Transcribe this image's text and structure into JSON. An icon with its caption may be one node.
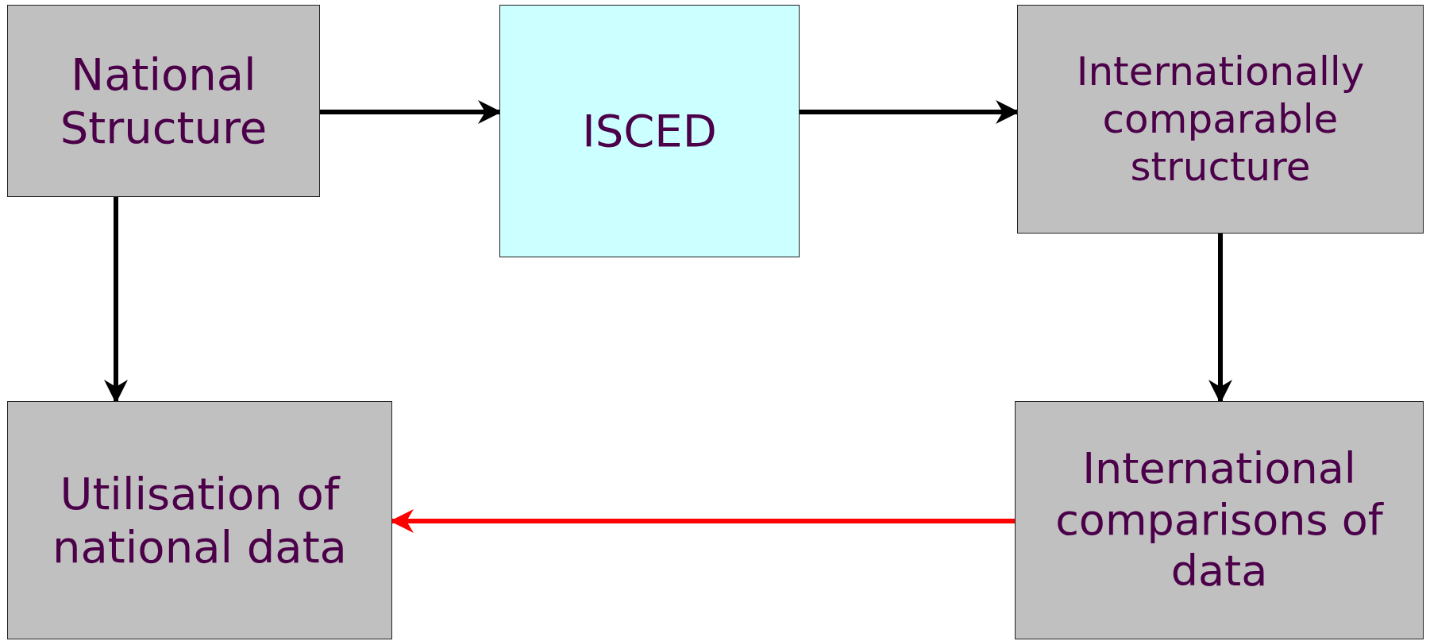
{
  "diagram": {
    "nodes": [
      {
        "text": [
          "National Structure"
        ]
      },
      {
        "text": [
          "ISCED"
        ]
      },
      {
        "text": [
          "Internationally comparable structure"
        ]
      },
      {
        "text": [
          "Utilisation of national data"
        ]
      },
      {
        "text": [
          "International comparisons of data"
        ]
      }
    ],
    "edges": [
      {
        "from": 0,
        "to": 1,
        "arrow": "to"
      },
      {
        "from": 1,
        "to": 2,
        "arrow": "to"
      },
      {
        "from": 0,
        "to": 3,
        "arrow": "to"
      },
      {
        "from": 2,
        "to": 4,
        "arrow": "to"
      },
      {
        "from": 4,
        "to": 3,
        "arrow": "to",
        "color": "#ff0000"
      }
    ]
  }
}
